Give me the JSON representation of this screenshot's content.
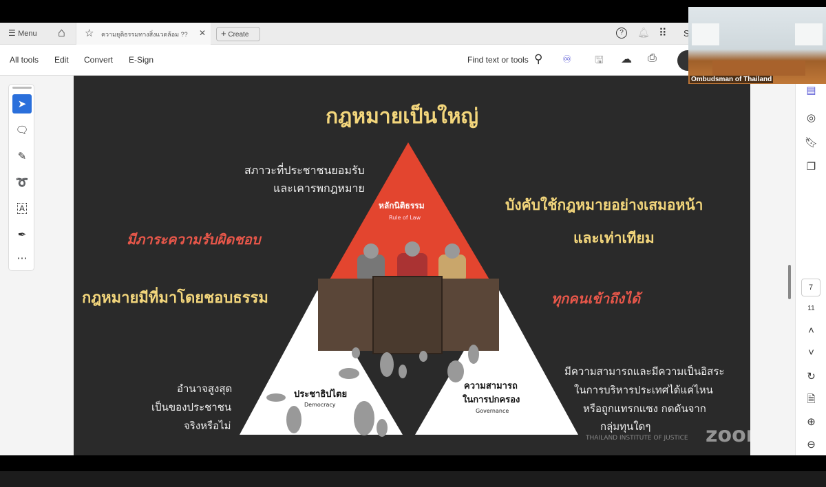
{
  "tabbar": {
    "menu_label": "Menu",
    "tab_title": "ความยุติธรรมทางสิ่งแวดล้อม ??",
    "create_label": "Create",
    "user_initial": "S"
  },
  "toolbar": {
    "all_tools": "All tools",
    "edit": "Edit",
    "convert": "Convert",
    "esign": "E-Sign",
    "find_placeholder": "Find text or tools"
  },
  "page_nav": {
    "current": "7",
    "total": "11"
  },
  "video": {
    "caption": "Ombudsman of Thailand"
  },
  "slide": {
    "title": "กฎหมายเป็นใหญ่",
    "top_left": [
      "สภาวะที่ประชาชนยอมรับ",
      "และเคารพกฎหมาย"
    ],
    "apex_label": "หลักนิติธรรม",
    "apex_sub": "Rule of Law",
    "right_yellow": [
      "บังคับใช้กฎหมายอย่างเสมอหน้า",
      "และเท่าเทียม"
    ],
    "left_red": "มีภาระความรับผิดชอบ",
    "left_yellow": "กฎหมายมีที่มาโดยชอบธรรม",
    "right_red": "ทุกคนเข้าถึงได้",
    "left_bottom": [
      "อำนาจสูงสุด",
      "เป็นของประชาชน",
      "จริงหรือไม่"
    ],
    "democracy_label": "ประชาธิปไตย",
    "democracy_sub": "Democracy",
    "governance_label": [
      "ความสามารถ",
      "ในการปกครอง"
    ],
    "governance_sub": "Governance",
    "right_bottom": [
      "มีความสามารถและมีความเป็นอิสระ",
      "ในการบริหารประเทศได้แค่ไหน",
      "หรือถูกแทรกแซง กดดันจาก",
      "กลุ่มทุนใดๆ"
    ],
    "footer": "THAILAND INSTITUTE OF JUSTICE",
    "watermark": "zoom"
  },
  "colors": {
    "slide_bg": "#2a2a2a",
    "accent_red": "#e3452f",
    "yellow": "#f3d67c",
    "tool_active": "#2a6fdb"
  }
}
